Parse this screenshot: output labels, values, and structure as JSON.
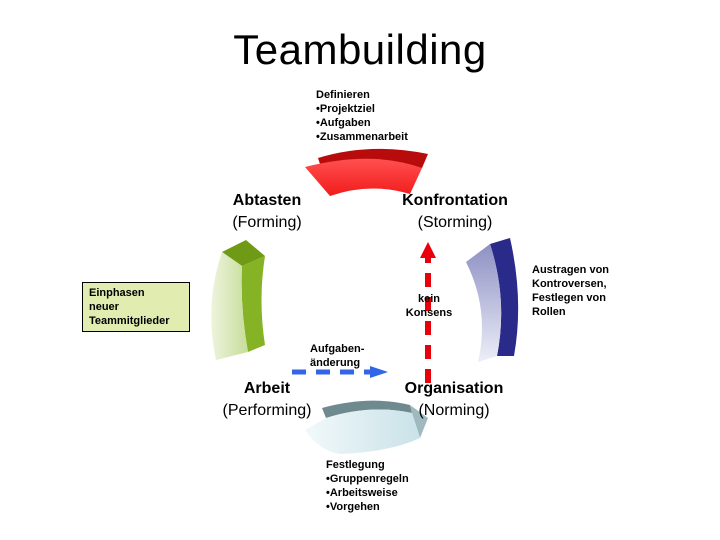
{
  "title": "Teambuilding",
  "phases": {
    "forming": {
      "label": "Abtasten",
      "sub": "(Forming)",
      "color": "#7fb21e"
    },
    "storming": {
      "label": "Konfrontation",
      "sub": "(Storming)",
      "color": "#2a2a8a"
    },
    "norming": {
      "label": "Organisation",
      "sub": "(Norming)",
      "color": "#8fa9ae"
    },
    "performing": {
      "label": "Arbeit",
      "sub": "(Performing)",
      "color": "#6f8a8f"
    }
  },
  "notes": {
    "top": {
      "lines": [
        "Definieren",
        "•Projektziel",
        "•Aufgaben",
        "•Zusammenarbeit"
      ]
    },
    "right": {
      "lines": [
        "Austragen von",
        "Kontroversen,",
        "Festlegen von",
        "Rollen"
      ]
    },
    "bottom": {
      "lines": [
        "Festlegung",
        "•Gruppenregeln",
        "•Arbeitsweise",
        "•Vorgehen"
      ]
    },
    "left_box": {
      "lines": [
        "Einphasen",
        "neuer",
        "Teammitglieder"
      ],
      "color": "#e0ecb0"
    }
  },
  "arrows": {
    "red": {
      "label_lines": [
        "kein",
        "Konsens"
      ],
      "color": "#e8000b"
    },
    "blue": {
      "label_lines": [
        "Aufgaben-",
        "änderung"
      ],
      "color": "#3366e6"
    }
  },
  "segment_colors": {
    "top": "#f52a2a",
    "top_dark": "#b80c0c"
  }
}
